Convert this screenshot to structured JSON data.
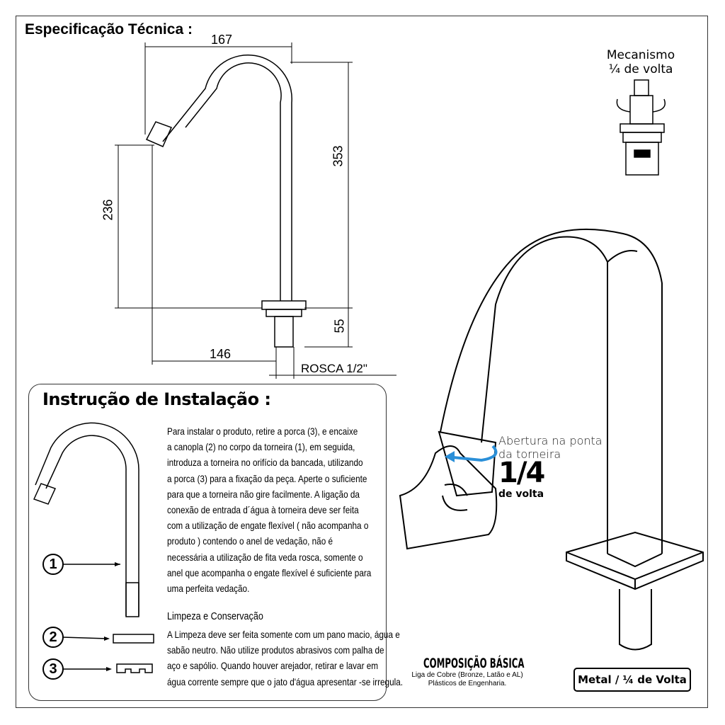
{
  "spec": {
    "title": "Especificação Técnica :",
    "dimensions": {
      "width_top": "167",
      "total_height": "353",
      "spout_height": "236",
      "thread_length": "55",
      "reach": "146",
      "thread": "ROSCA 1/2\""
    },
    "mechanism": {
      "line1": "Mecanismo",
      "line2": "¼ de volta"
    }
  },
  "install": {
    "title": "Instrução de Instalação :",
    "paragraph": [
      "Para instalar o produto, retire a porca (3), e encaixe",
      "a canopla (2) no corpo da torneira (1), em seguida,",
      "introduza a torneira no orifício da bancada, utilizando",
      "a porca (3) para a fixação da peça. Aperte o suficiente",
      "para que a torneira não gire facilmente. A ligação da",
      "conexão de entrada d´água à torneira deve ser feita",
      "com a utilização de engate flexível ( não acompanha o",
      "produto ) contendo o anel de vedação, não é",
      "necessária a utilização de fita veda rosca, somente o",
      "anel que acompanha o engate flexível é suficiente para",
      "uma  perfeita vedação."
    ],
    "cleaning_title": "Limpeza e Conservação",
    "cleaning": [
      "A Limpeza deve ser feita somente com um pano macio, água e",
      "sabão neutro. Não utilize produtos abrasivos com palha de",
      "aço e sapólio. Quando houver arejador, retirar e lavar em",
      "água corrente sempre que o jato d'água apresentar -se irregula."
    ],
    "parts": [
      "1",
      "2",
      "3"
    ]
  },
  "opening": {
    "line1": "Abertura na ponta",
    "line2": "da torneira",
    "fraction": "1/4",
    "unit": "de volta"
  },
  "composition": {
    "title": "COMPOSIÇÃO BÁSICA",
    "line1": "Liga de Cobre (Bronze, Latão e AL)",
    "line2": "Plásticos de Engenharia."
  },
  "badge": "Metal / ¼ de Volta",
  "colors": {
    "arrow": "#2a8fd8",
    "line": "#000000"
  }
}
